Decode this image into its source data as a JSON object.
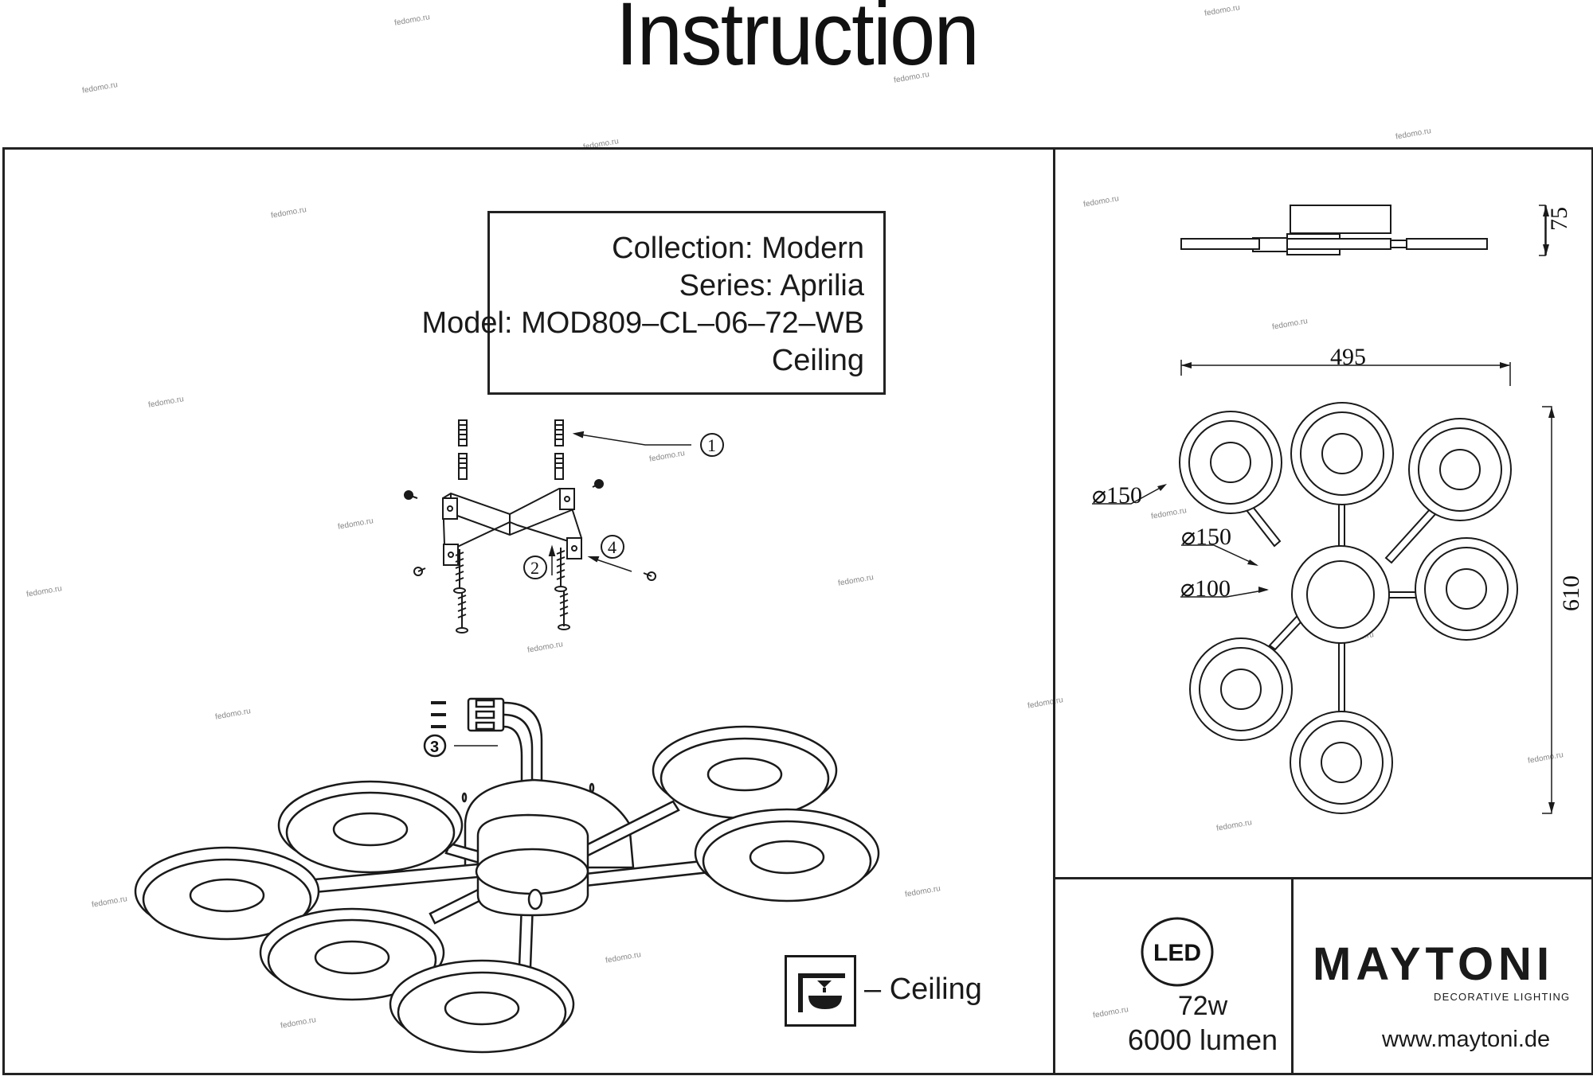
{
  "document": {
    "title": "Instruction",
    "info": {
      "collection": "Collection: Modern",
      "series": "Series: Aprilia",
      "model": "Model: MOD809–CL–06–72–WB",
      "type": "Ceiling"
    },
    "callouts": [
      "1",
      "2",
      "3",
      "4"
    ],
    "mounting": {
      "icon": "ceiling-mount-icon",
      "label": "– Ceiling"
    },
    "dimensions": {
      "height": "75",
      "width": "495",
      "length": "610",
      "ring_diameter": "⌀150",
      "canopy_outer_diameter": "⌀150",
      "canopy_inner_diameter": "⌀100"
    },
    "specs": {
      "led_badge": "LED",
      "power": "72w",
      "luminous_flux": "6000 lumen"
    },
    "brand": {
      "name": "MAYTONI",
      "tagline": "DECORATIVE LIGHTING",
      "website": "www.maytoni.de"
    },
    "watermark": "fedomo.ru",
    "colors": {
      "ink": "#1a1a1a",
      "watermark": "#888888",
      "background": "#ffffff"
    }
  }
}
